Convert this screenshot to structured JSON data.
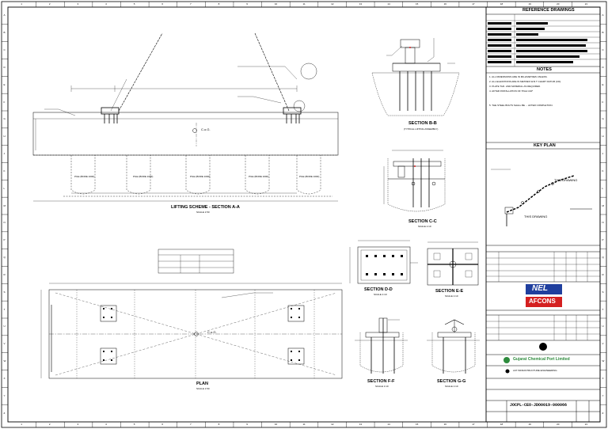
{
  "border": {
    "columns": [
      "1",
      "2",
      "3",
      "4",
      "5",
      "6",
      "7",
      "8",
      "9",
      "10",
      "11",
      "12",
      "13",
      "14",
      "15",
      "16",
      "17",
      "18",
      "19",
      "20",
      "21"
    ],
    "rows": [
      "A",
      "B",
      "C",
      "D",
      "E",
      "F",
      "G",
      "H",
      "J",
      "K",
      "L",
      "M",
      "N",
      "P",
      "Q",
      "R",
      "S",
      "T",
      "U",
      "V",
      "W",
      "X",
      "Y",
      "Z"
    ]
  },
  "views": {
    "section_aa": {
      "title": "LIFTING SCHEME - SECTION A-A",
      "scale": "SCALE 1:50",
      "cog": "C.o.G.",
      "pile_labels": [
        "PILE (BORE 1000)",
        "PILE (BORE 1000)",
        "PILE (BORE 1000)",
        "PILE (BORE 1000)",
        "PILE (BORE 1000)"
      ]
    },
    "section_bb": {
      "title": "SECTION B-B",
      "scale": "(TYPICAL LIFTING ASSEMBLY)"
    },
    "section_cc": {
      "title": "SECTION C-C",
      "scale": "SCALE 1:10"
    },
    "section_dd": {
      "title": "SECTION D-D",
      "scale": "SCALE 1:10"
    },
    "section_ee": {
      "title": "SECTION E-E",
      "scale": "SCALE 1:10"
    },
    "section_ff": {
      "title": "SECTION F-F",
      "scale": "SCALE 1:10"
    },
    "section_gg": {
      "title": "SECTION G-G",
      "scale": "SCALE 1:10"
    },
    "plan": {
      "title": "PLAN",
      "scale": "SCALE 1:50",
      "cog": "C.o.G."
    },
    "key_plan": {
      "title": "KEY PLAN",
      "this_drawing_1": "THIS DRAWING",
      "this_drawing_2": "THIS DRAWING"
    }
  },
  "titleblock": {
    "reference_drawings": "REFERENCE DRAWINGS",
    "notes": "NOTES",
    "notes_lines": [
      "1. ALL DIMENSIONS ARE IN MILLIMETRES UNLESS.",
      "2. ALL ELEVATIONS ARE IN METRES W.R.T CHART DATUM (CD).",
      "3. PLATE THK. AND MATERIAL AS REQUIRED.",
      "4. AFTER INSTALLATION OF 'PILE CAP'",
      "5. THE STEEL BOLTS SHALL BE ... AFTER COMPLETION."
    ],
    "nel": "NEL",
    "afcons": "AFCONS",
    "client": "Gujarat Chemical Port Limited",
    "consultant": "L&T INFRASTRUCTURE ENGINEERING",
    "drawing_no": "JOCPL-CEO-JDO0019-000066"
  },
  "colors": {
    "ink": "#000000",
    "red": "#d42020",
    "green": "#2e8b3d",
    "blue": "#1f3f9e"
  }
}
